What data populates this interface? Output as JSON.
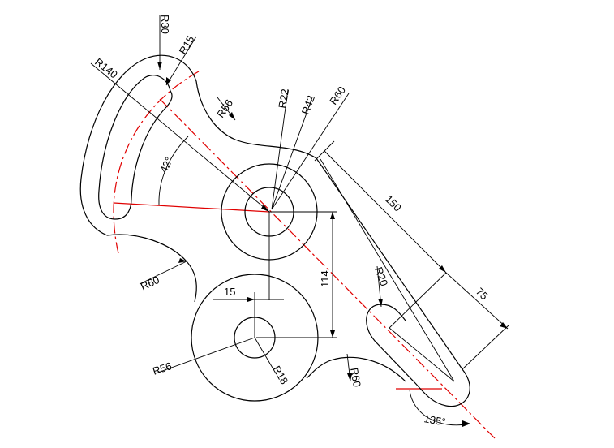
{
  "drawing": {
    "dimensions": {
      "r30": "R30",
      "r15": "R15",
      "r140": "R140",
      "r56_top": "R56",
      "r22": "R22",
      "r42": "R42",
      "r60_top": "R60",
      "d150": "150",
      "a42": "42°",
      "d114": "114",
      "r20": "R20",
      "d75": "75",
      "r60_left": "R60",
      "d15": "15",
      "r56_bottom": "R56",
      "r18": "R18",
      "r60_bottom": "R60",
      "a135": "135°"
    },
    "colors": {
      "outline": "#000000",
      "centerline": "#e00000"
    }
  }
}
